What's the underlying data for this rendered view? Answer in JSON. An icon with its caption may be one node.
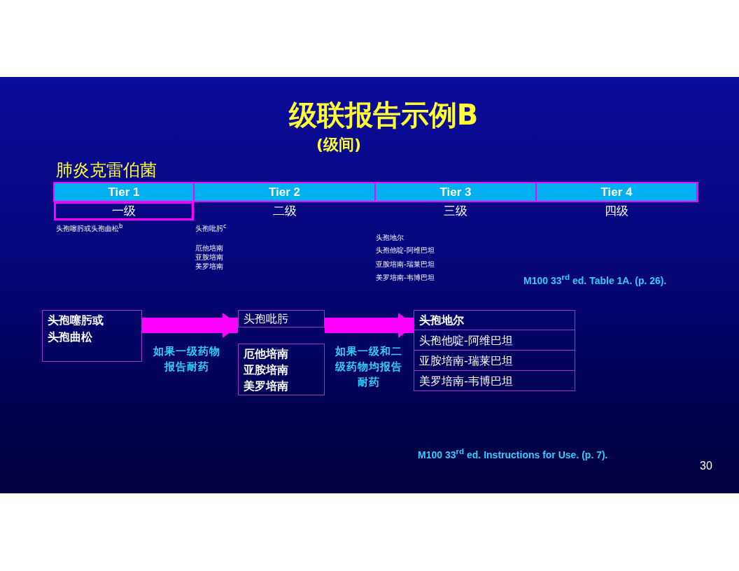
{
  "diagram": {
    "title": "级联报告示例B",
    "nodes": [
      {
        "text": [
          "头孢噻肟或头孢曲松"
        ]
      },
      {
        "text": [
          "头孢吡肟"
        ]
      },
      {
        "text": [
          "厄他培南",
          "亚胺培南",
          "美罗培南"
        ]
      },
      {
        "text": [
          "头孢地尔"
        ]
      },
      {
        "text": [
          "头孢他啶-阿维巴坦"
        ]
      },
      {
        "text": [
          "亚胺培南-瑞莱巴坦"
        ]
      },
      {
        "text": [
          "美罗培南-韦博巴坦"
        ]
      }
    ],
    "edges": [
      {
        "from": 0,
        "to": 1,
        "arrow": "to",
        "label": "如果一级药物报告耐药"
      },
      {
        "from": 1,
        "to": 3,
        "arrow": "to",
        "label": "如果一级和二级药物均报告耐药"
      }
    ],
    "labels": [
      "(级间)",
      "肺炎克雷伯菌",
      "Tier 1",
      "Tier 2",
      "Tier 3",
      "Tier 4",
      "一级",
      "二级",
      "三级",
      "四级",
      "头孢噻肟或头孢曲松$^{b}$",
      "头孢吡肟$^{c}$",
      "厄他培南",
      "亚胺培南",
      "美罗培南",
      "头孢地尔",
      "头孢他啶-阿维巴坦",
      "亚胺培南-瑞莱巴坦",
      "美罗培南-韦博巴坦",
      "M100  33$^{rd}$ ed. Table 1A. (p. 26).",
      "M100  33$^{rd}$ ed. Instructions  for Use. (p. 7).",
      "30"
    ]
  }
}
